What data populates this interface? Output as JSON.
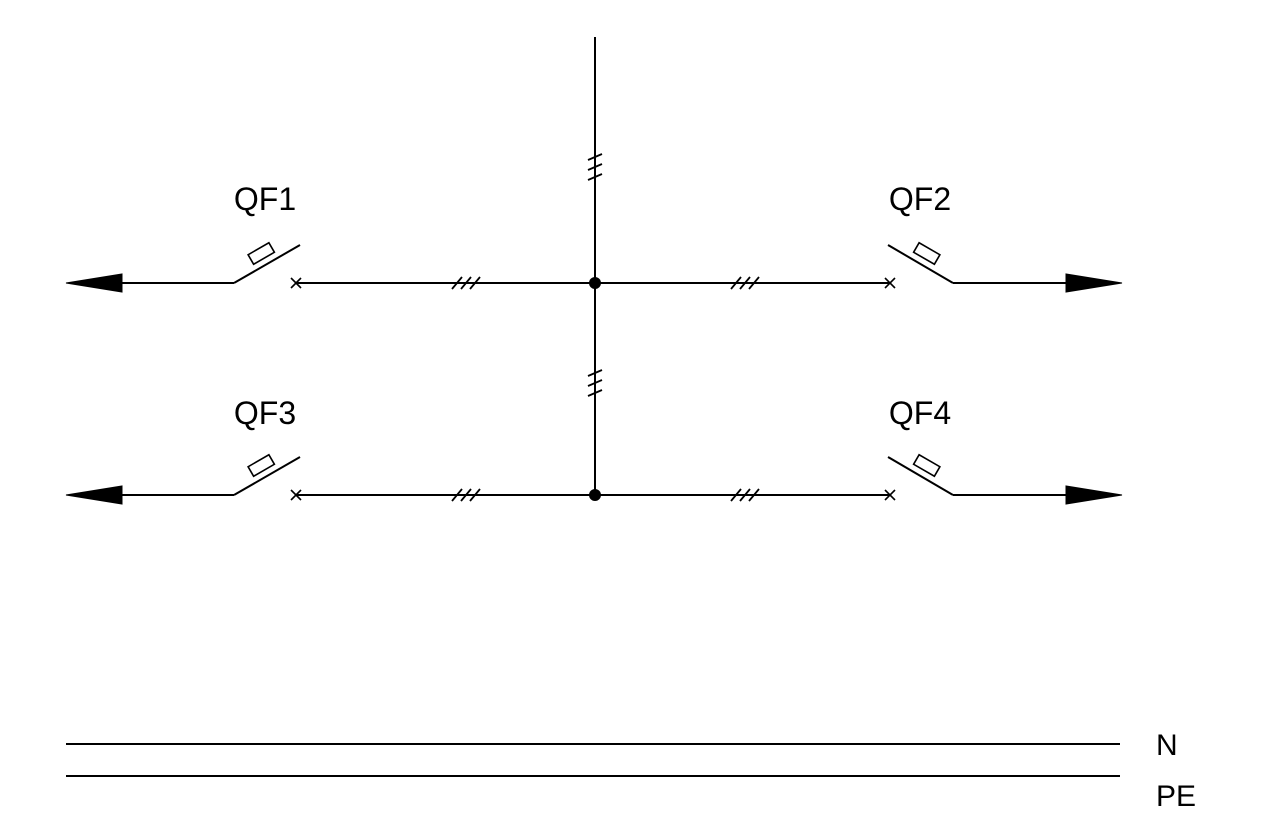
{
  "breakers": [
    {
      "label": "QF1"
    },
    {
      "label": "QF2"
    },
    {
      "label": "QF3"
    },
    {
      "label": "QF4"
    }
  ],
  "buses": {
    "n_label": "N",
    "pe_label": "PE"
  },
  "colors": {
    "line": "#000000",
    "background": "#ffffff"
  }
}
